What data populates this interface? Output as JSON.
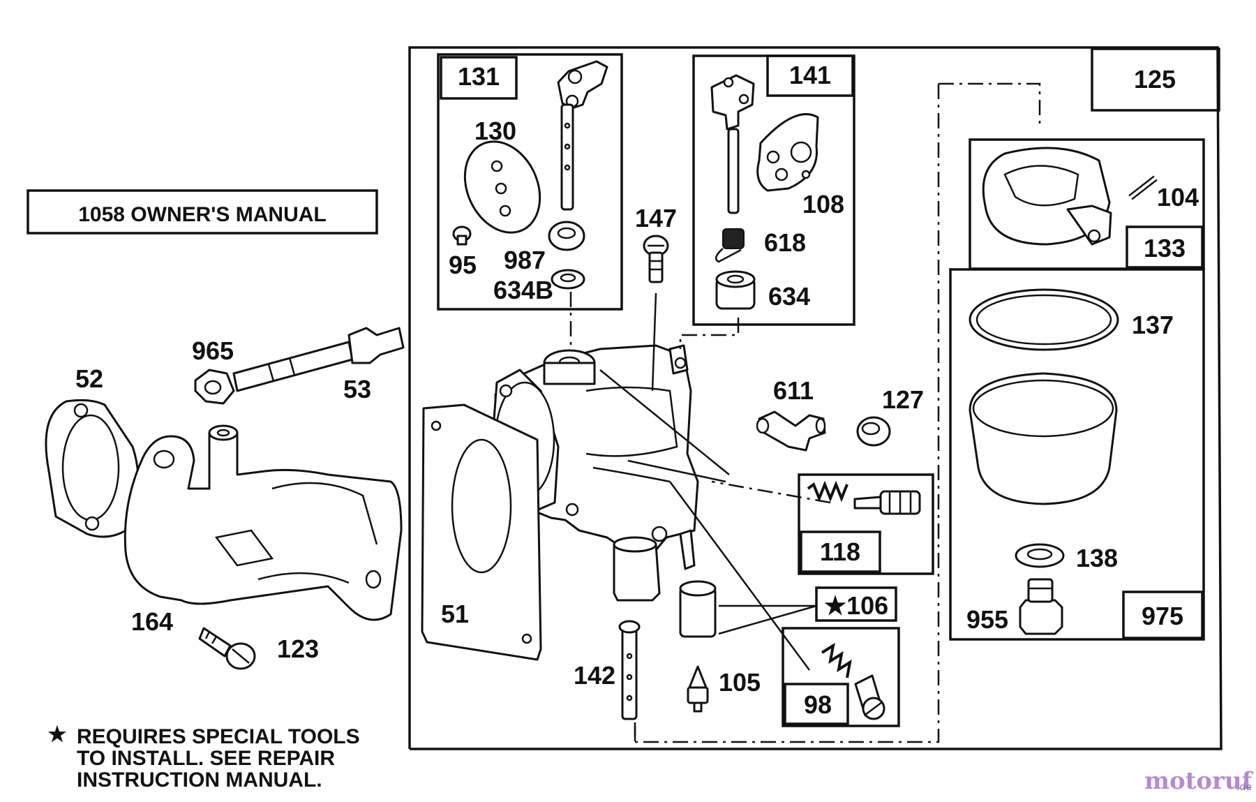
{
  "manual_label": "1058 OWNER'S MANUAL",
  "footnote": {
    "star": "★",
    "lines": [
      "REQUIRES SPECIAL TOOLS",
      "TO INSTALL.  SEE REPAIR",
      "INSTRUCTION MANUAL."
    ]
  },
  "kit_boxes": {
    "k131": "131",
    "k141": "141",
    "k125": "125",
    "k133": "133",
    "k118": "118",
    "k106": "★106",
    "k98": "98",
    "k975": "975"
  },
  "part_labels": {
    "p130": "130",
    "p95": "95",
    "p987": "987",
    "p634B": "634B",
    "p147": "147",
    "p108": "108",
    "p618": "618",
    "p634": "634",
    "p104": "104",
    "p137": "137",
    "p611": "611",
    "p127": "127",
    "p138": "138",
    "p955": "955",
    "p965": "965",
    "p52": "52",
    "p53": "53",
    "p164": "164",
    "p123": "123",
    "p51": "51",
    "p142": "142",
    "p105": "105"
  },
  "watermark": {
    "brand": "motoruf",
    "tld": ".de"
  }
}
